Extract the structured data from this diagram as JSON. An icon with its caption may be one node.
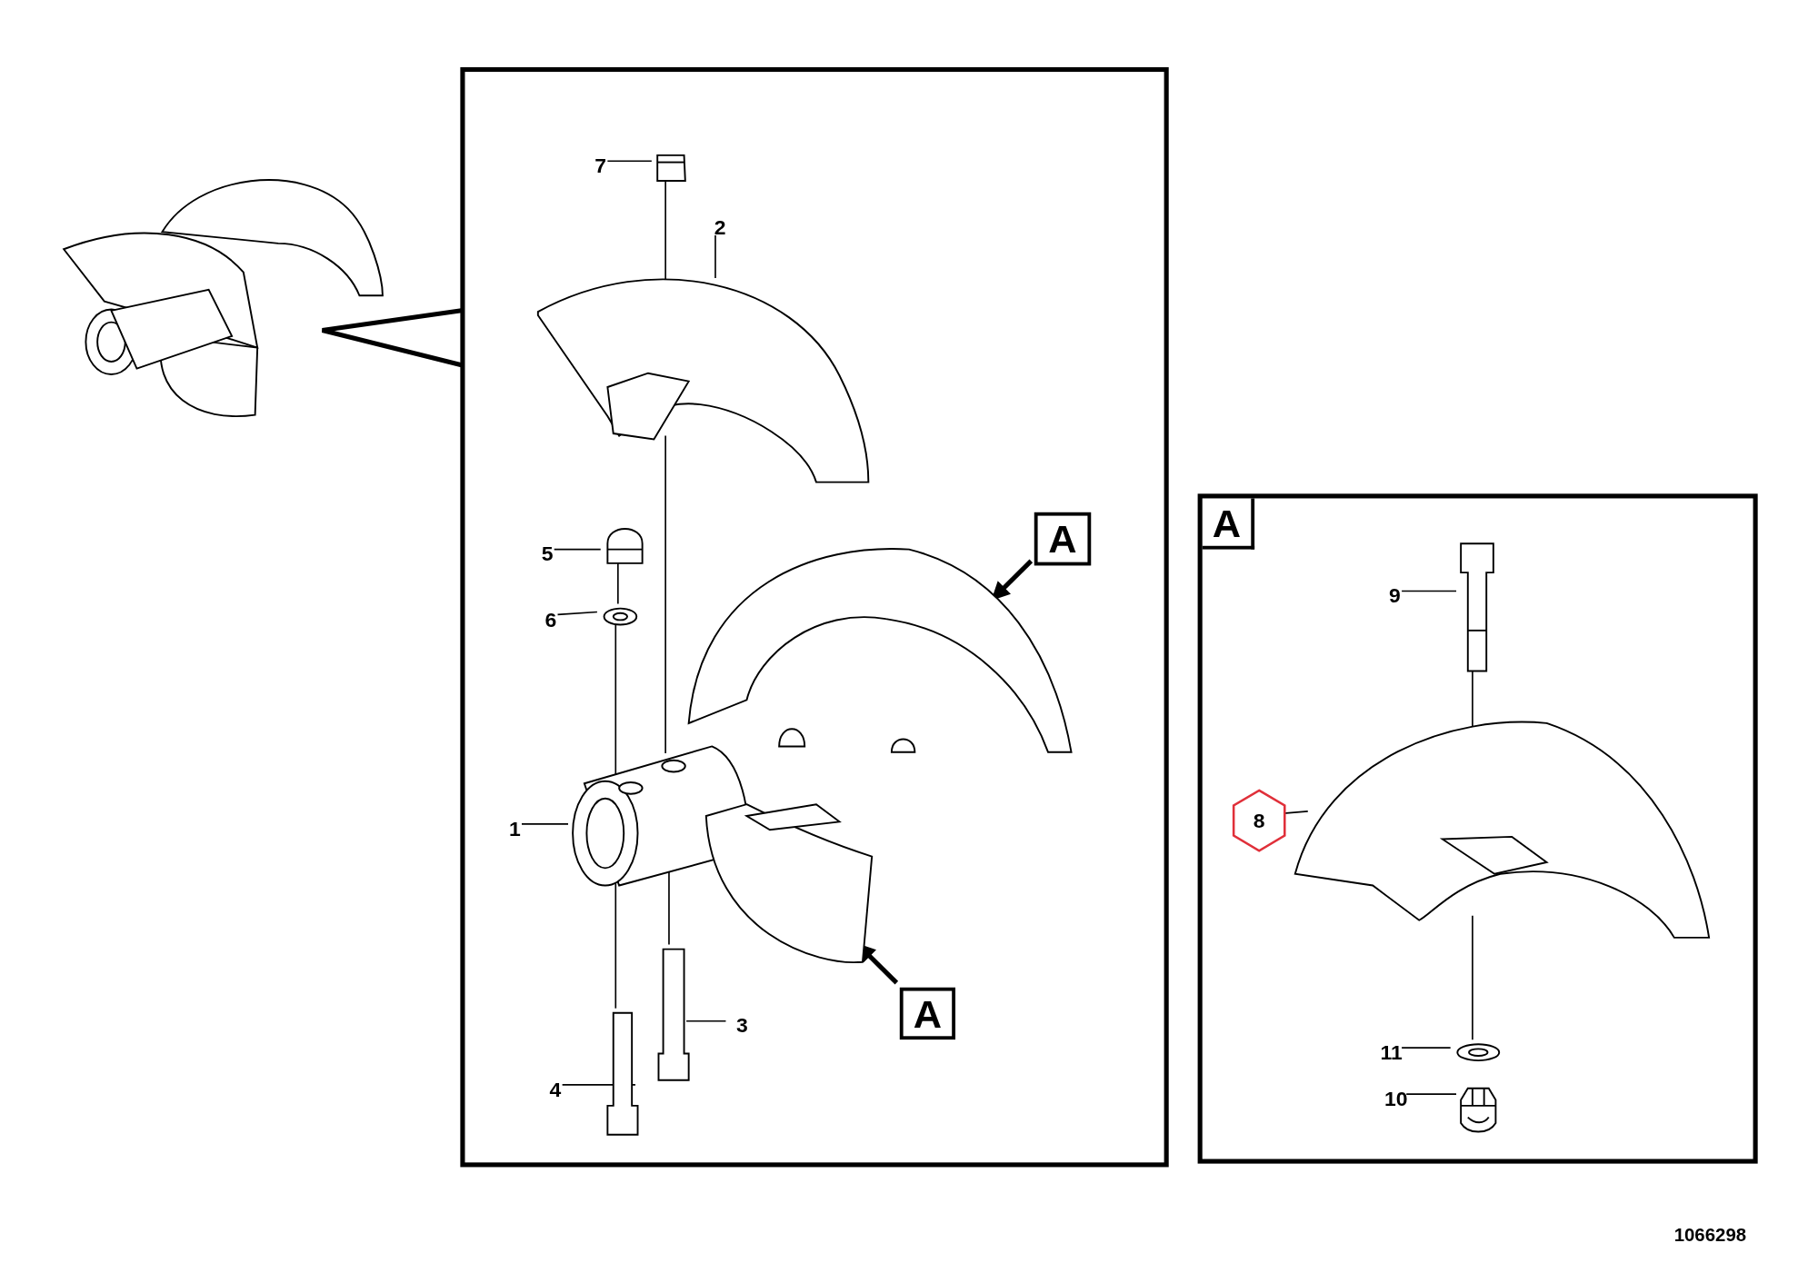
{
  "diagram": {
    "nodes": [
      {
        "text": [],
        "shape": "picture"
      },
      {
        "text": [],
        "shape": "box"
      },
      {
        "text": [
          "7"
        ],
        "in": 1
      },
      {
        "text": [
          "2"
        ],
        "in": 1
      },
      {
        "text": [
          "5"
        ],
        "in": 1
      },
      {
        "text": [
          "6"
        ],
        "in": 1
      },
      {
        "text": [
          "A"
        ],
        "in": 1
      },
      {
        "text": [
          "1"
        ],
        "in": 1
      },
      {
        "text": [
          "3"
        ],
        "in": 1
      },
      {
        "text": [
          "A"
        ],
        "in": 1
      },
      {
        "text": [
          "4"
        ],
        "in": 1
      },
      {
        "text": [
          "A"
        ]
      },
      {
        "text": [
          "9"
        ],
        "in": 11
      },
      {
        "text": [
          "8"
        ],
        "in": 11
      },
      {
        "text": [
          "11"
        ],
        "in": 11
      },
      {
        "text": [
          "10"
        ],
        "in": 11
      },
      {
        "text": [],
        "shape": "picture",
        "in": 1
      },
      {
        "text": [],
        "shape": "picture",
        "in": 1
      },
      {
        "text": [],
        "shape": "picture",
        "in": 1
      },
      {
        "text": [],
        "shape": "picture",
        "in": 1
      },
      {
        "text": [],
        "shape": "picture",
        "in": 1
      },
      {
        "text": [],
        "shape": "picture",
        "in": 1
      },
      {
        "text": [],
        "shape": "picture",
        "in": 1
      },
      {
        "text": [],
        "shape": "picture",
        "in": 1
      },
      {
        "text": [],
        "shape": "picture",
        "in": 1
      },
      {
        "text": [],
        "shape": "picture",
        "in": 11
      },
      {
        "text": [],
        "shape": "picture",
        "in": 11
      },
      {
        "text": [],
        "shape": "picture",
        "in": 11
      },
      {
        "text": [],
        "shape": "picture",
        "in": 11
      }
    ],
    "edges": [
      {
        "from": 2,
        "to": 16,
        "arrow": "none"
      },
      {
        "from": 3,
        "to": 17,
        "arrow": "none"
      },
      {
        "from": 4,
        "to": 18,
        "arrow": "none"
      },
      {
        "from": 5,
        "to": 19,
        "arrow": "none"
      },
      {
        "from": 6,
        "to": 20,
        "arrow": "to",
        "style": "thick"
      },
      {
        "from": 7,
        "to": 21,
        "arrow": "none"
      },
      {
        "from": 8,
        "to": 23,
        "arrow": "none"
      },
      {
        "from": 9,
        "to": 22,
        "arrow": "to",
        "style": "thick"
      },
      {
        "from": 10,
        "to": 24,
        "arrow": "none"
      },
      {
        "from": 12,
        "to": 25,
        "arrow": "none"
      },
      {
        "from": 13,
        "to": 26,
        "arrow": "none"
      },
      {
        "from": 14,
        "to": 27,
        "arrow": "none"
      },
      {
        "from": 15,
        "to": 28,
        "arrow": "none"
      },
      {
        "from": 16,
        "to": 17,
        "arrow": "none"
      },
      {
        "from": 17,
        "to": 21,
        "arrow": "none"
      },
      {
        "from": 18,
        "to": 19,
        "arrow": "none"
      },
      {
        "from": 19,
        "to": 21,
        "arrow": "none"
      },
      {
        "from": 21,
        "to": 24,
        "arrow": "none"
      },
      {
        "from": 21,
        "to": 23,
        "arrow": "none"
      },
      {
        "from": 25,
        "to": 26,
        "arrow": "none"
      },
      {
        "from": 26,
        "to": 27,
        "arrow": "none"
      }
    ],
    "labels": [
      "1066298"
    ]
  }
}
